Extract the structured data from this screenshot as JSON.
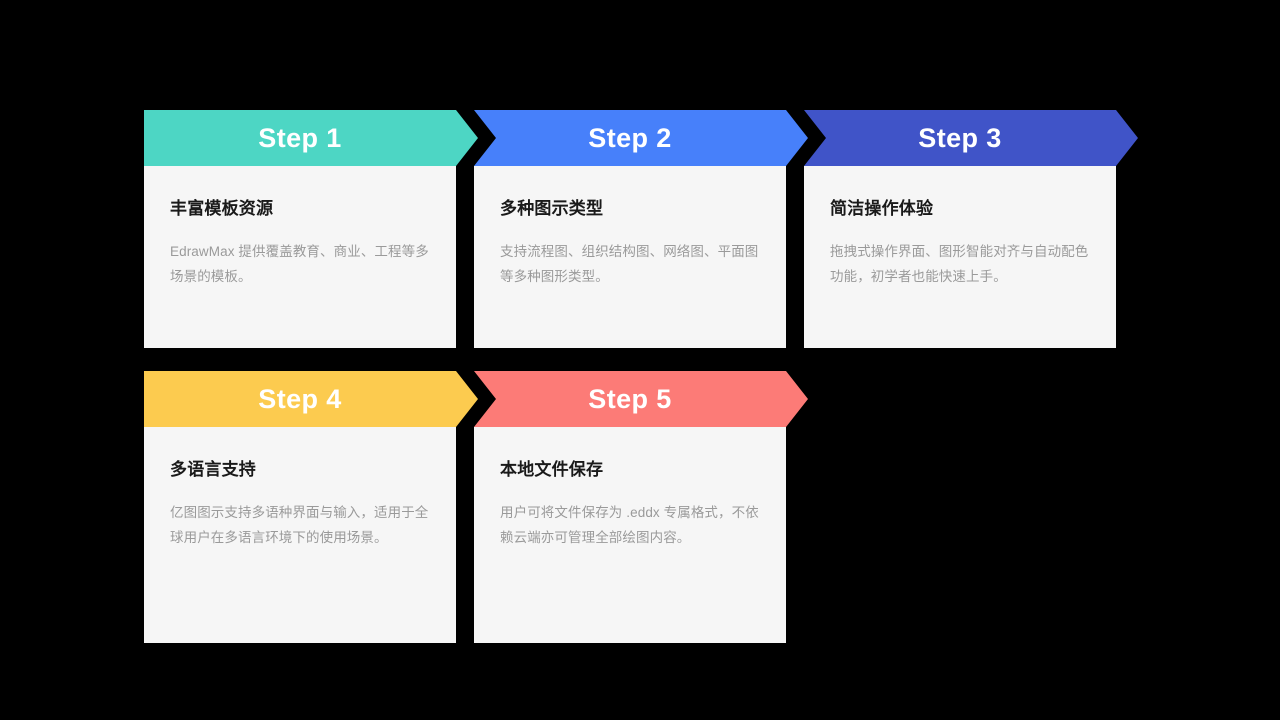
{
  "slide": {
    "background_color": "#000000",
    "card_background": "#f6f6f6",
    "title_color": "#1a1a1a",
    "desc_color": "#9a9a9a",
    "header_label_color": "#ffffff"
  },
  "rows": [
    {
      "name": "row-1",
      "steps": [
        {
          "header_label": "Step 1",
          "header_color": "#4dd6c4",
          "title": "丰富模板资源",
          "desc": "EdrawMax 提供覆盖教育、商业、工程等多场景的模板。",
          "notched": false
        },
        {
          "header_label": "Step 2",
          "header_color": "#4780fa",
          "title": "多种图示类型",
          "desc": "支持流程图、组织结构图、网络图、平面图等多种图形类型。",
          "notched": true
        },
        {
          "header_label": "Step 3",
          "header_color": "#4054c8",
          "title": "简洁操作体验",
          "desc": "拖拽式操作界面、图形智能对齐与自动配色功能，初学者也能快速上手。",
          "notched": true
        }
      ]
    },
    {
      "name": "row-2",
      "steps": [
        {
          "header_label": "Step 4",
          "header_color": "#fccb4f",
          "title": "多语言支持",
          "desc": "亿图图示支持多语种界面与输入，适用于全球用户在多语言环境下的使用场景。",
          "notched": false
        },
        {
          "header_label": "Step 5",
          "header_color": "#fc7b77",
          "title": "本地文件保存",
          "desc": "用户可将文件保存为 .eddx 专属格式，不依赖云端亦可管理全部绘图内容。",
          "notched": true
        }
      ]
    }
  ]
}
